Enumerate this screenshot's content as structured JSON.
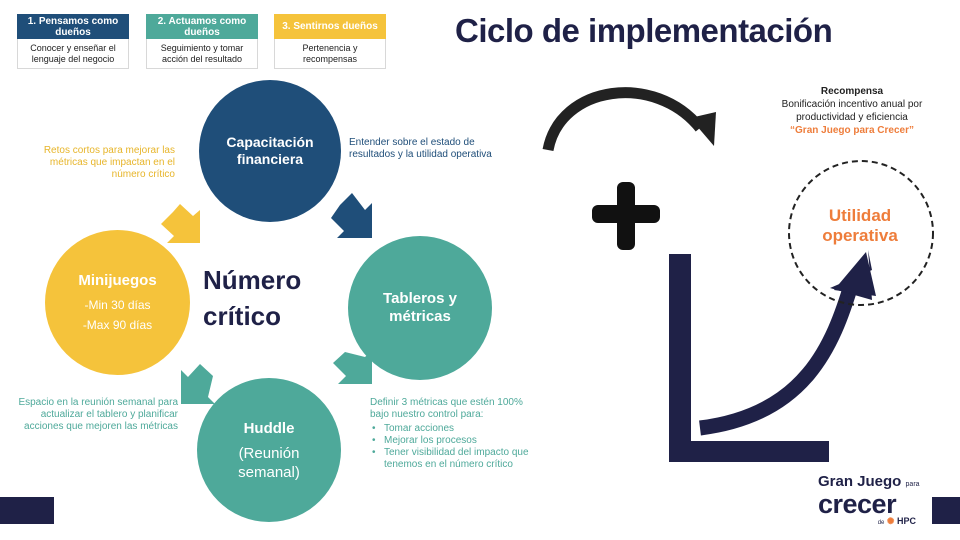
{
  "title": "Ciclo de implementación",
  "header_steps": [
    {
      "title": "1. Pensamos como dueños",
      "desc": "Conocer y enseñar el lenguaje del negocio",
      "color": "#1f4e79"
    },
    {
      "title": "2. Actuamos como dueños",
      "desc": "Seguimiento y tomar acción del resultado",
      "color": "#4ea99a"
    },
    {
      "title": "3. Sentirnos dueños",
      "desc": "Pertenencia y recompensas",
      "color": "#f5c33b"
    }
  ],
  "center_label": "Número crítico",
  "circles": {
    "capacitacion": {
      "label": "Capacitación financiera",
      "color": "#1f4e79"
    },
    "tableros": {
      "label": "Tableros y métricas",
      "color": "#4ea99a"
    },
    "huddle": {
      "label": "Huddle",
      "sub": "(Reunión semanal)",
      "color": "#4ea99a"
    },
    "minijuegos": {
      "label": "Minijuegos",
      "line1": "-Min 30 días",
      "line2": "-Max 90 días",
      "color": "#f5c33b"
    }
  },
  "notes": {
    "capacitacion": "Entender sobre el estado de resultados y la utilidad operativa",
    "minijuegos": "Retos cortos para mejorar las métricas que impactan en el número crítico",
    "huddle": "Espacio en la reunión semanal para actualizar el tablero y planificar acciones que mejoren las métricas",
    "tableros_intro": "Definir 3 métricas que estén 100%  bajo nuestro control para:",
    "tableros_bullets": [
      "Tomar acciones",
      "Mejorar los procesos",
      "Tener visibilidad del impacto que tenemos en el número crítico"
    ]
  },
  "reward": {
    "heading": "Recompensa",
    "desc": "Bonificación incentivo anual por productividad y eficiencia",
    "program": "“Gran Juego para Crecer”"
  },
  "utilidad": "Utilidad operativa",
  "logo": {
    "line1": "Gran Juego",
    "para": "para",
    "line2": "crecer",
    "de": "de",
    "brand": "HPC"
  },
  "colors": {
    "navy": "#1f2147",
    "blue": "#1f4e79",
    "teal": "#4ea99a",
    "yellow": "#f5c33b",
    "orange": "#ee7d3b"
  }
}
